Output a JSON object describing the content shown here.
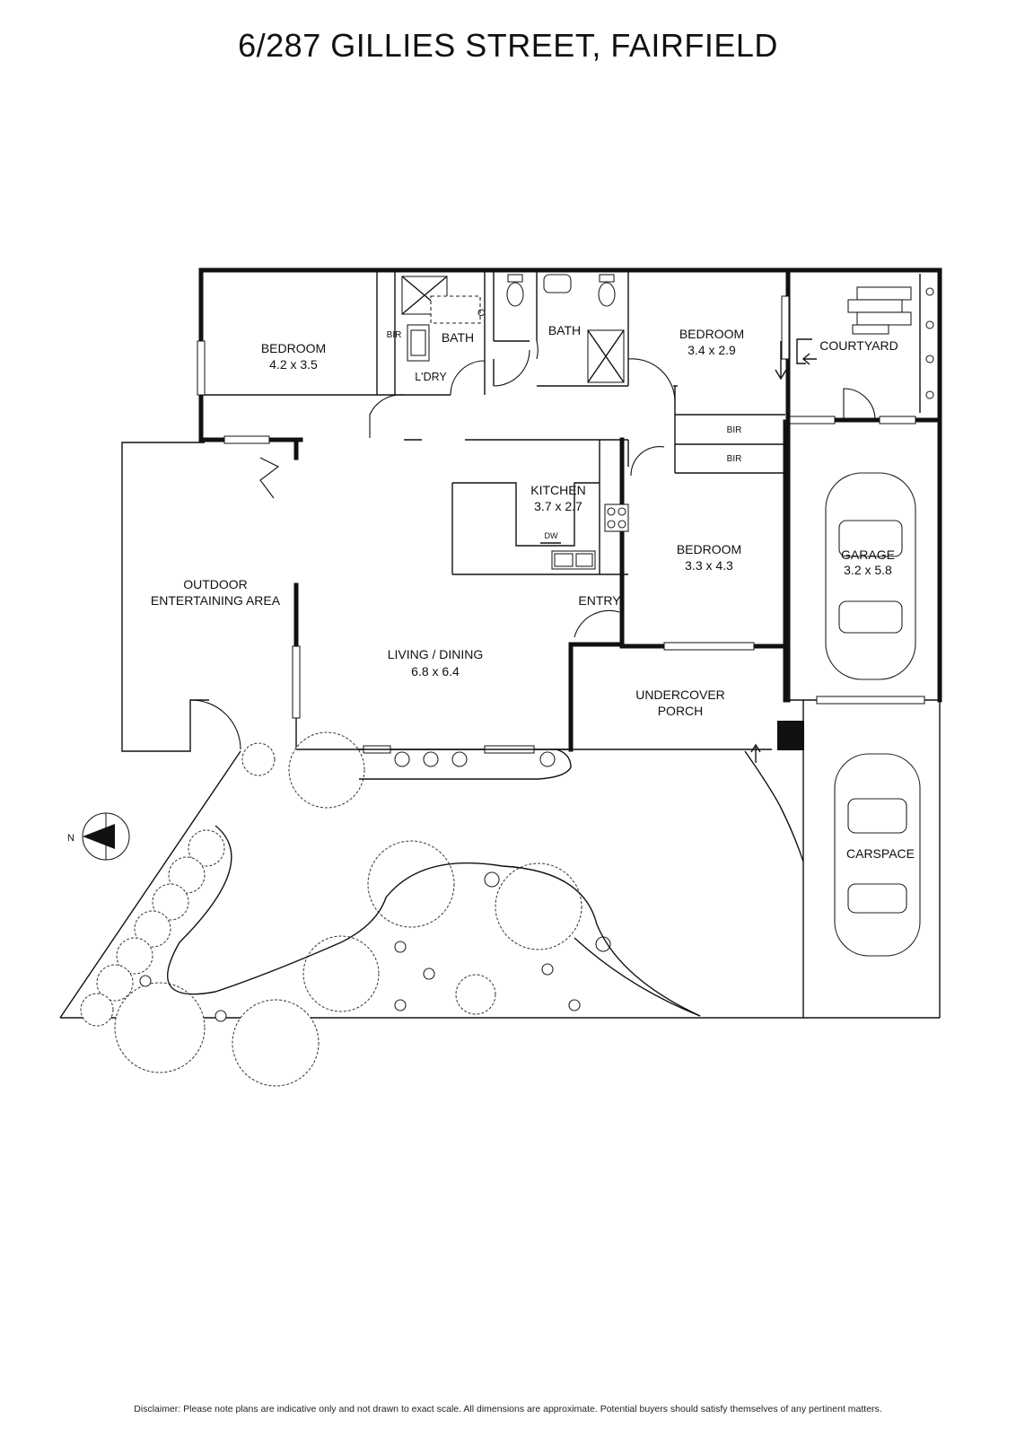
{
  "title": "6/287 GILLIES STREET, FAIRFIELD",
  "disclaimer": "Disclaimer: Please note plans are indicative only and not drawn to exact scale. All dimensions are approximate. Potential buyers should satisfy themselves of any pertinent matters.",
  "compass": {
    "label": "N"
  },
  "rooms": {
    "bedroom1": {
      "name": "BEDROOM",
      "dims": "4.2 x 3.5"
    },
    "bedroom2": {
      "name": "BEDROOM",
      "dims": "3.4 x 2.9"
    },
    "bedroom3": {
      "name": "BEDROOM",
      "dims": "3.3 x 4.3"
    },
    "bath1": {
      "name": "BATH"
    },
    "bath2": {
      "name": "BATH"
    },
    "laundry": {
      "name": "L'DRY"
    },
    "bir_bed1": {
      "name": "BIR"
    },
    "bir_a": {
      "name": "BIR"
    },
    "bir_b": {
      "name": "BIR"
    },
    "linen": {
      "name": "C"
    },
    "courtyard": {
      "name": "COURTYARD"
    },
    "kitchen": {
      "name": "KITCHEN",
      "dims": "3.7 x 2.7"
    },
    "dishwasher": {
      "name": "DW"
    },
    "garage": {
      "name": "GARAGE",
      "dims": "3.2 x 5.8"
    },
    "outdoor": {
      "line1": "OUTDOOR",
      "line2": "ENTERTAINING AREA"
    },
    "entry": {
      "name": "ENTRY"
    },
    "living": {
      "name": "LIVING / DINING",
      "dims": "6.8 x 6.4"
    },
    "porch": {
      "line1": "UNDERCOVER",
      "line2": "PORCH"
    },
    "carspace": {
      "name": "CARSPACE"
    }
  }
}
